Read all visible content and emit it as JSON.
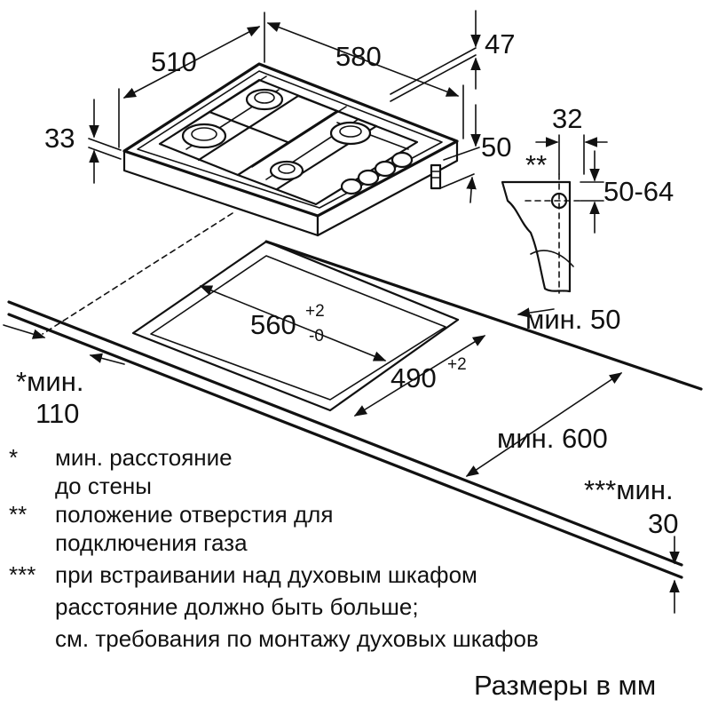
{
  "dimensions": {
    "hob_width": "510",
    "hob_depth": "580",
    "hob_height": "47",
    "front_depth": "33",
    "gas_offset": "50",
    "gas_hole_x": "32",
    "gas_hole_y": "50-64",
    "gas_marker": "**",
    "cutout_width": "560",
    "cutout_width_tol_plus": "+2",
    "cutout_width_tol_minus": "-0",
    "cutout_depth": "490",
    "cutout_depth_tol": "+2",
    "min_back": "мин. 50",
    "min_side_line1": "*мин.",
    "min_side_line2": "110",
    "min_worktop": "мин. 600",
    "min_below_line1": "***мин.",
    "min_below_line2": "30"
  },
  "legend": [
    {
      "mark": "*",
      "lines": [
        "мин. расстояние",
        "до стены"
      ]
    },
    {
      "mark": "**",
      "lines": [
        "положение отверстия для",
        "подключения газа"
      ]
    },
    {
      "mark": "***",
      "lines": [
        "при встраивании над духовым шкафом",
        "расстояние должно быть больше;",
        "см. требования по монтажу духовых шкафов"
      ]
    }
  ],
  "units_note": "Размеры в мм"
}
